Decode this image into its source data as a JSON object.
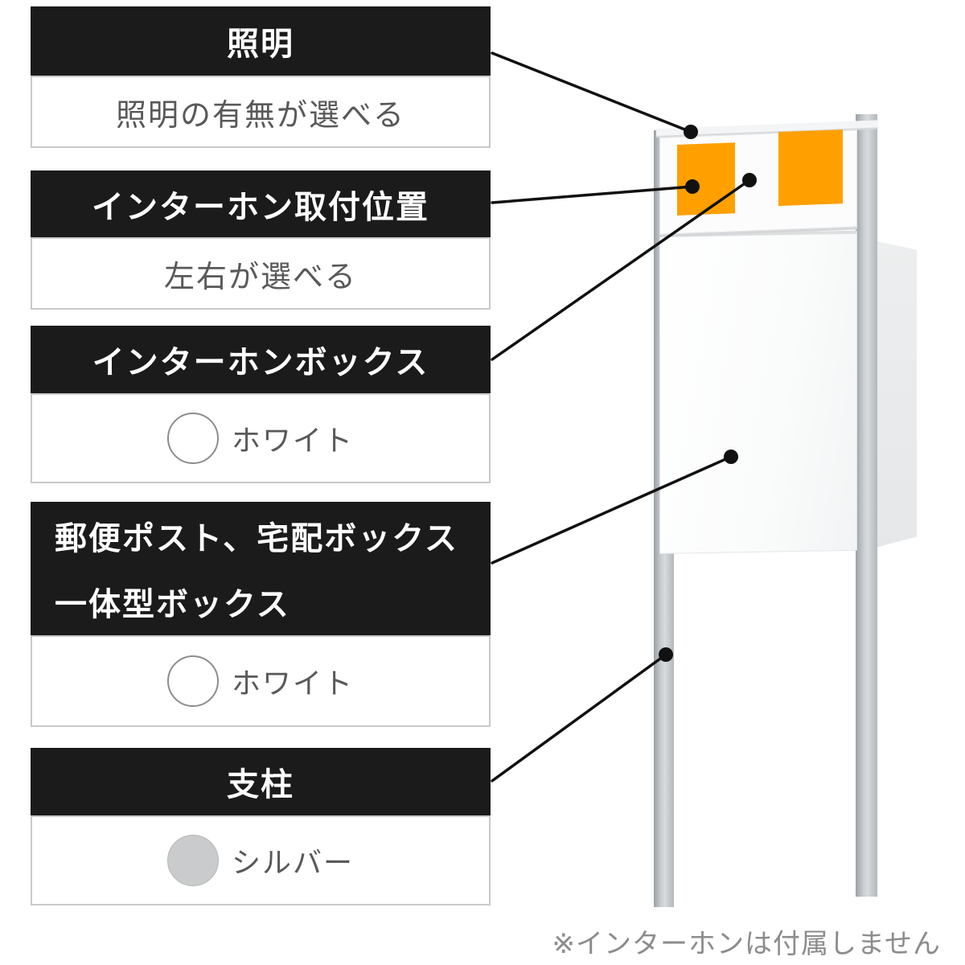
{
  "cards": [
    {
      "title": "照明",
      "description": "照明の有無が選べる"
    },
    {
      "title": "インターホン取付位置",
      "description": "左右が選べる"
    },
    {
      "title": "インターホンボックス",
      "swatch": {
        "label": "ホワイト",
        "color": "#ffffff"
      }
    },
    {
      "title_line1": "郵便ポスト、宅配ボックス",
      "title_line2": "一体型ボックス",
      "swatch": {
        "label": "ホワイト",
        "color": "#ffffff"
      }
    },
    {
      "title": "支柱",
      "swatch": {
        "label": "シルバー",
        "color": "#c9cbcc"
      }
    }
  ],
  "product": {
    "intercom_marker_color": "#FFA000",
    "post_color": "#c3c7ca",
    "box_color": "#fcfcfd"
  },
  "footnote": "※インターホンは付属しません"
}
